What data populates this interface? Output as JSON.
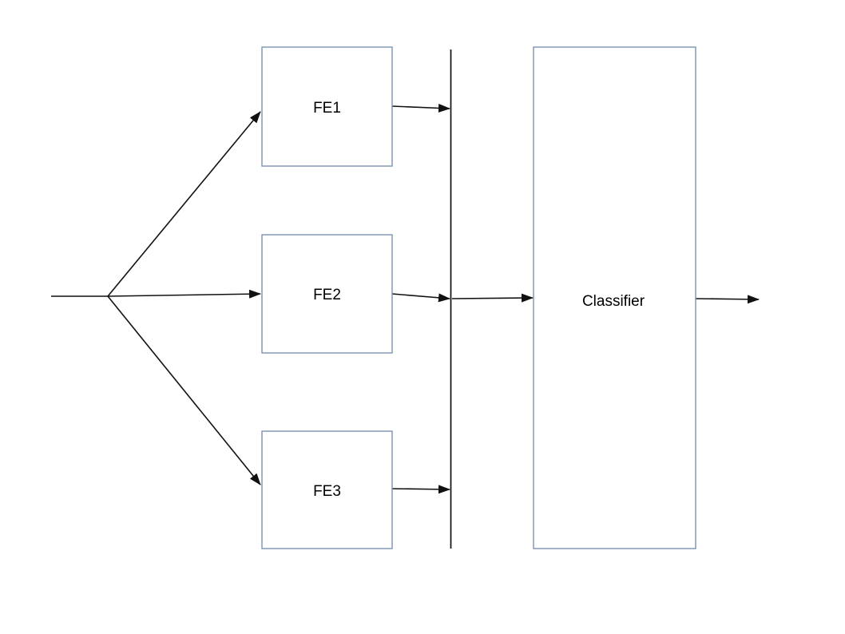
{
  "diagram": {
    "colors": {
      "background": "#ffffff",
      "box_border": "#7b92b1",
      "line": "#111111",
      "text": "#000000"
    },
    "nodes": [
      {
        "id": "fe1",
        "label": "FE1"
      },
      {
        "id": "fe2",
        "label": "FE2"
      },
      {
        "id": "fe3",
        "label": "FE3"
      },
      {
        "id": "classifier",
        "label": "Classifier"
      }
    ],
    "edges": [
      {
        "from": "input",
        "to": "fe1"
      },
      {
        "from": "input",
        "to": "fe2"
      },
      {
        "from": "input",
        "to": "fe3"
      },
      {
        "from": "fe1",
        "to": "merge-bar"
      },
      {
        "from": "fe2",
        "to": "merge-bar"
      },
      {
        "from": "fe3",
        "to": "merge-bar"
      },
      {
        "from": "merge-bar",
        "to": "classifier"
      },
      {
        "from": "classifier",
        "to": "output"
      }
    ]
  }
}
